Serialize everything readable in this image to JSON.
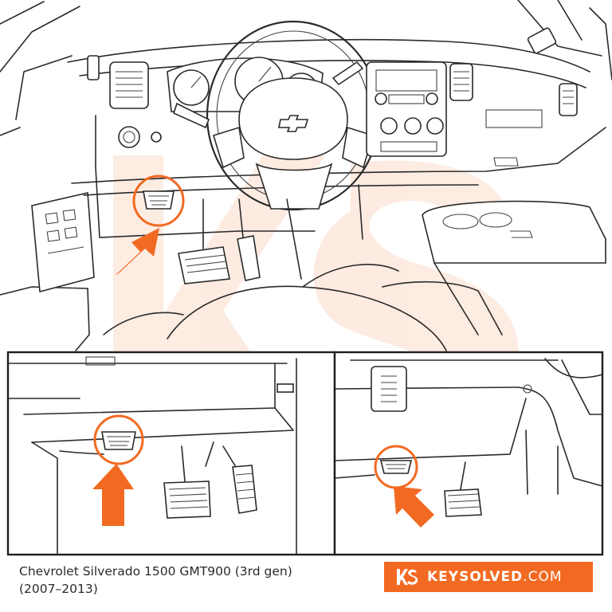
{
  "caption": {
    "line1": "Chevrolet Silverado 1500 GMT900 (3rd gen)",
    "line2": "(2007–2013)"
  },
  "brand": {
    "name": "KEYSOLVED",
    "domain": ".COM",
    "logo_icon": "ks-logo-icon"
  },
  "watermark": {
    "text": "KS",
    "color": "#f26a21"
  },
  "colors": {
    "accent": "#f26a21",
    "line": "#2a2a2a",
    "background": "#ffffff"
  },
  "illustrations": [
    {
      "name": "cabin-overview",
      "marker": "obd-port-location-highlight"
    },
    {
      "name": "closeup-left",
      "marker": "obd-port-location-highlight"
    },
    {
      "name": "closeup-right",
      "marker": "obd-port-location-highlight"
    }
  ]
}
